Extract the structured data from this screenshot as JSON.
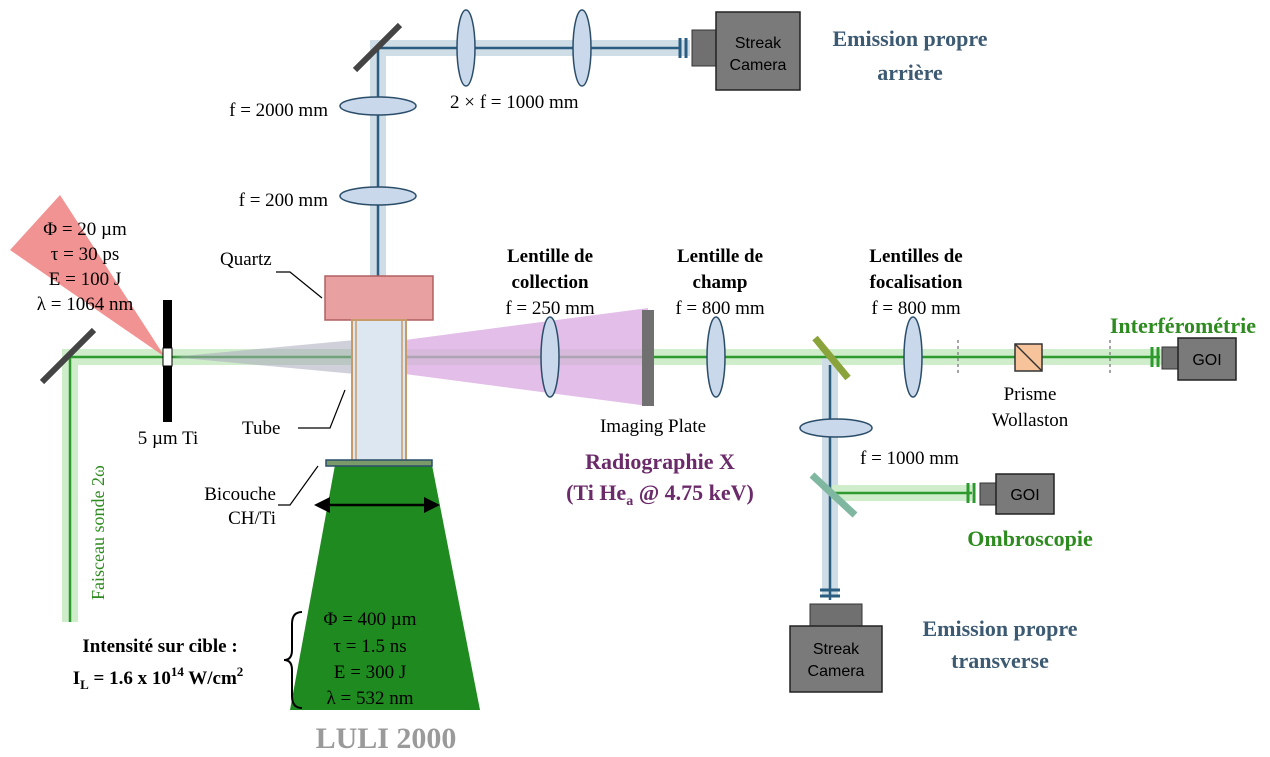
{
  "colors": {
    "probe_beam": "#2e9a2e",
    "probe_halo": "#cfeccb",
    "optics_beam": "#2a5d80",
    "optics_halo": "#cfdde6",
    "drive_laser": "#1f8a1f",
    "xray_cone": "#d8a8e0",
    "short_pulse": "#f08080",
    "quartz": "#e9a0a0",
    "lens_fill": "#c9d8ea"
  },
  "short_pulse": {
    "phi": "Φ = 20 µm",
    "tau": "τ = 30 ps",
    "energy": "E = 100 J",
    "lambda": "λ = 1064 nm"
  },
  "labels": {
    "backlighter": "5 µm Ti",
    "probe_beam": "Faisceau sonde 2ω",
    "quartz": "Quartz",
    "tube": "Tube",
    "bilayer_line1": "Bicouche",
    "bilayer_line2": "CH/Ti",
    "lens_back1": "f = 2000 mm",
    "lens_back2": "2 × f = 1000 mm",
    "lens_back3": "f = 200 mm",
    "collection_title1": "Lentille de",
    "collection_title2": "collection",
    "collection_f": "f = 250 mm",
    "field_title1": "Lentille de",
    "field_title2": "champ",
    "field_f": "f = 800 mm",
    "focal_title1": "Lentilles de",
    "focal_title2": "focalisation",
    "focal_f": "f = 800 mm",
    "imaging_plate": "Imaging Plate",
    "radiography1": "Radiographie X",
    "radiography2": "(Ti He",
    "radiography_sub": "a",
    "radiography3": " @ 4.75 keV)",
    "f_1000": "f = 1000 mm",
    "prism1": "Prisme",
    "prism2": "Wollaston",
    "interferometry": "Interférométrie",
    "shadowgraphy": "Ombroscopie",
    "emission_back1": "Emission propre",
    "emission_back2": "arrière",
    "emission_trans1": "Emission propre",
    "emission_trans2": "transverse",
    "streak1": "Streak",
    "streak2": "Camera",
    "goi": "GOI",
    "intensity_title": "Intensité sur cible :",
    "intensity_I": "I",
    "intensity_L": "L",
    "intensity_value": " = 1.6 x 10",
    "intensity_exp": "14",
    "intensity_unit": " W/cm",
    "intensity_unit_exp": "2",
    "luli": "LULI 2000"
  },
  "drive_laser": {
    "phi": "Φ = 400 µm",
    "tau": "τ = 1.5 ns",
    "energy": "E = 300 J",
    "lambda": "λ = 532 nm"
  }
}
